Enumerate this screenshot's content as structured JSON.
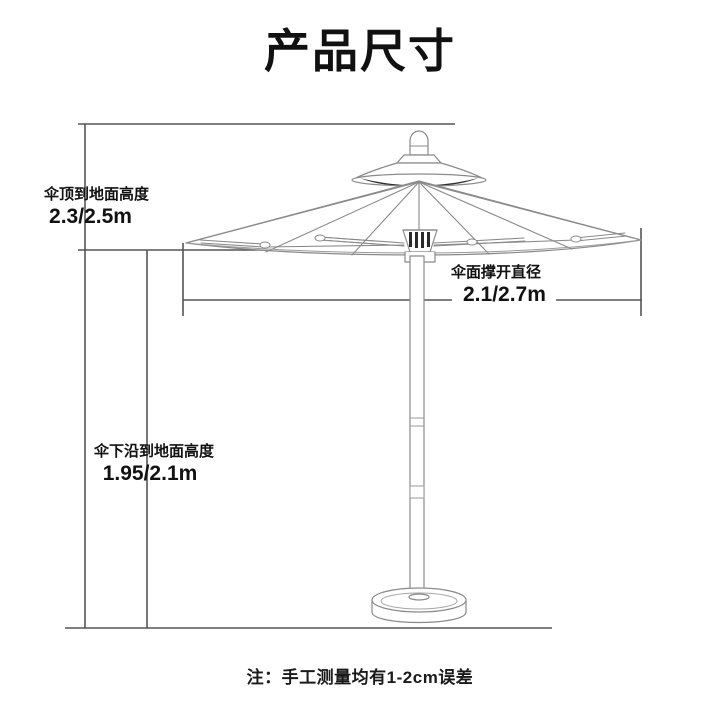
{
  "page": {
    "title": "产品尺寸",
    "footnote": "注：手工测量均有1-2cm误差",
    "background_color": "#ffffff",
    "line_color": "#8a8a8a",
    "dimension_line_color": "#555555",
    "text_color": "#111111"
  },
  "dimensions": {
    "top_height": {
      "caption": "伞顶到地面高度",
      "value": "2.3/2.5m"
    },
    "bottom_height": {
      "caption": "伞下沿到地面高度",
      "value": "1.95/2.1m"
    },
    "diameter": {
      "caption": "伞面撑开直径",
      "value": "2.1/2.7m"
    }
  },
  "product": {
    "name": "patio-umbrella",
    "parts": [
      "finial",
      "canopy",
      "ribs",
      "support-struts",
      "runner-hub",
      "pole",
      "base"
    ]
  }
}
